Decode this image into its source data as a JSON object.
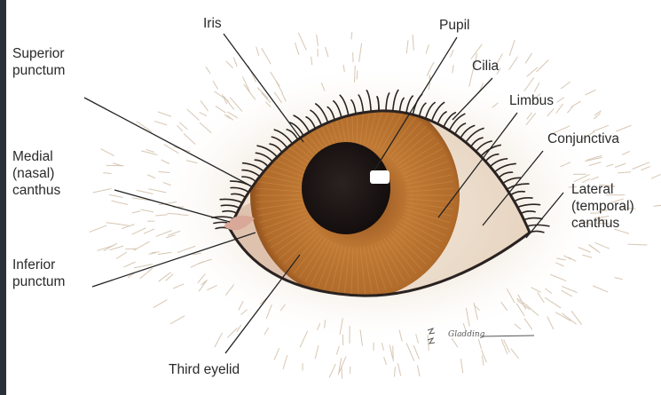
{
  "labels": {
    "iris": "Iris",
    "pupil": "Pupil",
    "cilia": "Cilia",
    "limbus": "Limbus",
    "conjunctiva": "Conjunctiva",
    "lateral_canthus": "Lateral\n(temporal)\ncanthus",
    "superior_punctum": "Superior\npunctum",
    "medial_canthus": "Medial\n(nasal)\ncanthus",
    "inferior_punctum": "Inferior\npunctum",
    "third_eyelid": "Third eyelid"
  },
  "signature": "Gladding",
  "colors": {
    "iris": "#b8702e",
    "pupil": "#1a1414",
    "sclera": "#f1e6d4",
    "third_eyelid": "#dfc2ae",
    "lash": "#2a2220",
    "fur": "#c9b49a",
    "leader_line": "#222222"
  }
}
